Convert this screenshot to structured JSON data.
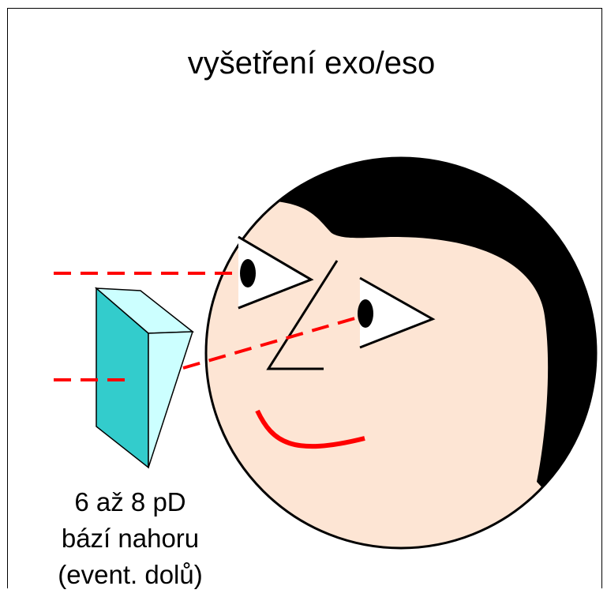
{
  "title": "vyšetření exo/eso",
  "caption": {
    "line1": "6 až 8 pD",
    "line2": "bází nahoru",
    "line3": "(event. dolů)"
  },
  "colors": {
    "skin": "#fde5d4",
    "hair": "#000000",
    "prism_front": "#33cccc",
    "prism_side": "#ccffff",
    "sight_line": "#ff0000",
    "mouth": "#ff0000"
  }
}
